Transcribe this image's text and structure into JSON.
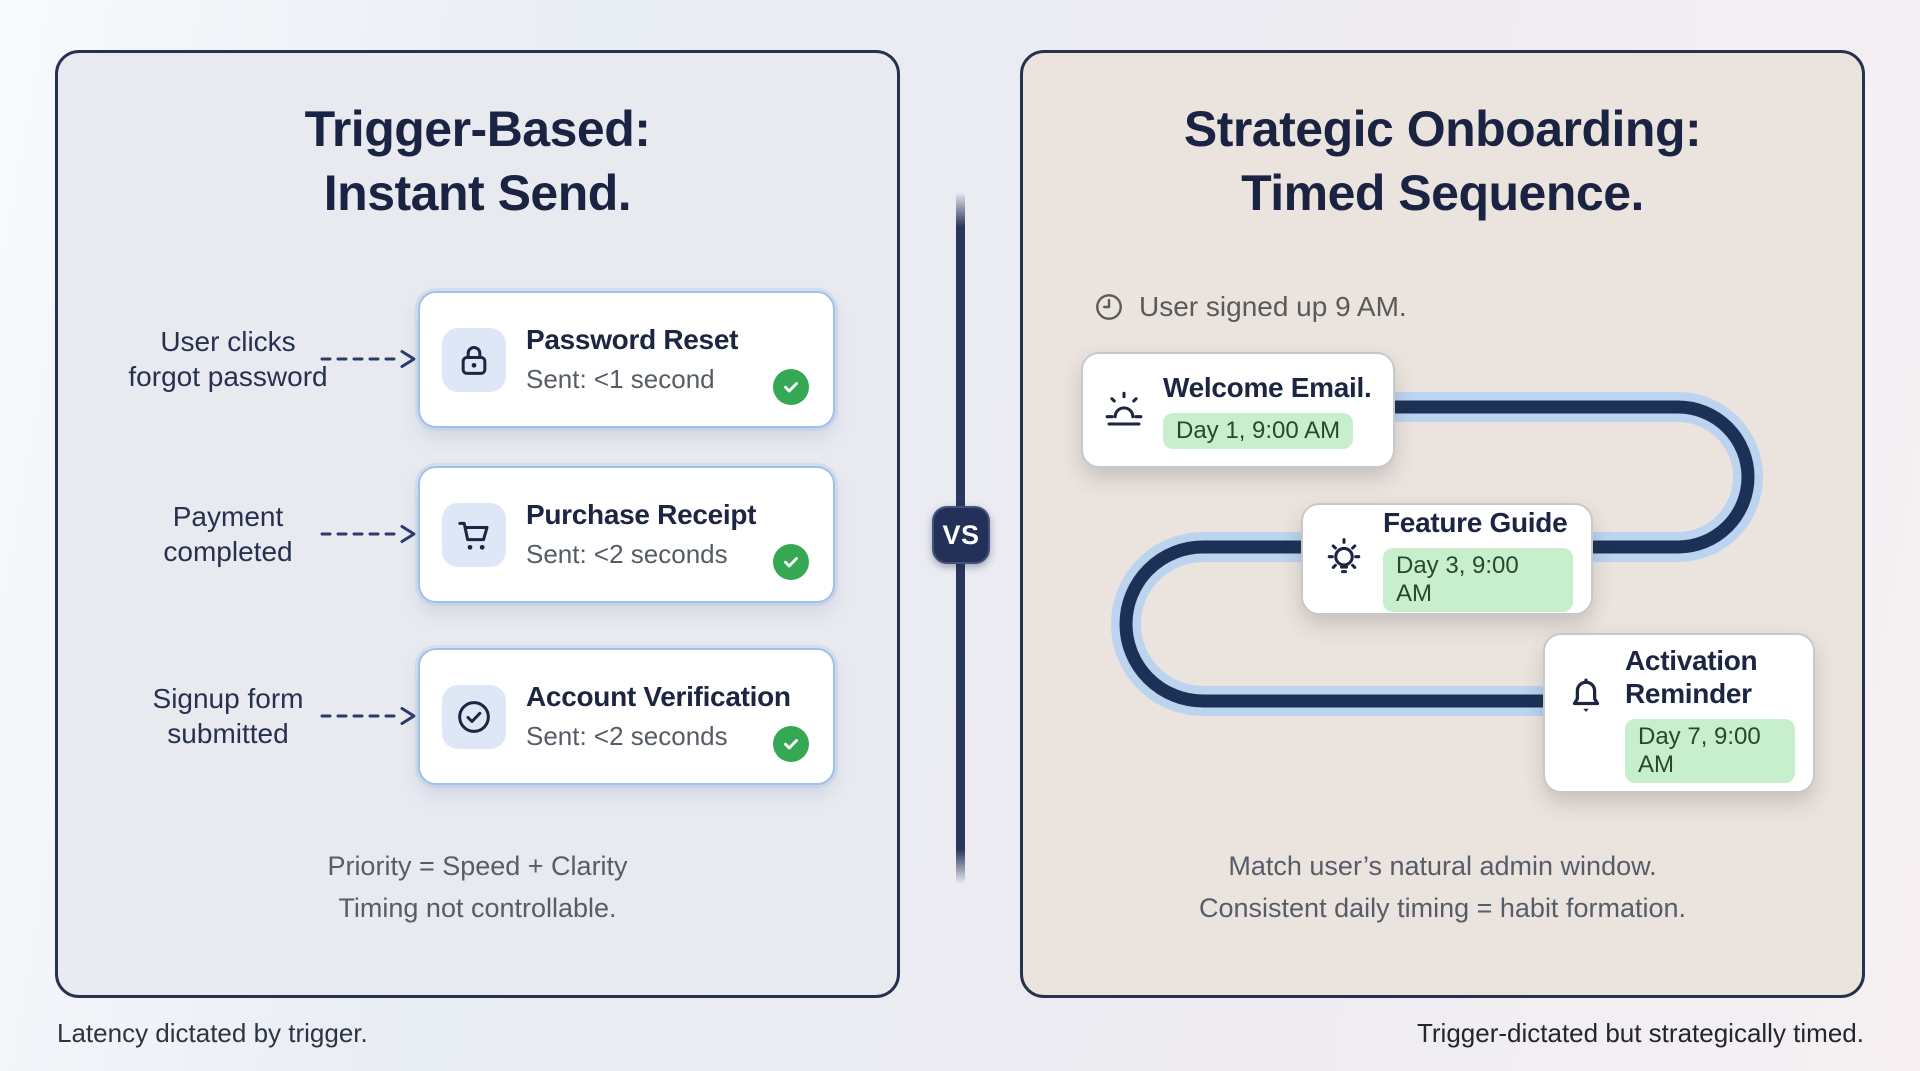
{
  "vs_label": "VS",
  "left_panel": {
    "title_line1": "Trigger-Based:",
    "title_line2": "Instant Send.",
    "rows": [
      {
        "icon": "lock-icon",
        "trigger_line1": "User clicks",
        "trigger_line2": "forgot password",
        "card_title": "Password Reset",
        "card_subtitle": "Sent: <1 second",
        "status_icon": "success-check-icon"
      },
      {
        "icon": "cart-icon",
        "trigger_line1": "Payment",
        "trigger_line2": "completed",
        "card_title": "Purchase Receipt",
        "card_subtitle": "Sent: <2 seconds",
        "status_icon": "success-check-icon"
      },
      {
        "icon": "check-circle-icon",
        "trigger_line1": "Signup form",
        "trigger_line2": "submitted",
        "card_title": "Account Verification",
        "card_subtitle": "Sent: <2 seconds",
        "status_icon": "success-check-icon"
      }
    ],
    "footer_line1": "Priority = Speed + Clarity",
    "footer_line2": "Timing not controllable.",
    "caption": "Latency dictated by trigger."
  },
  "right_panel": {
    "title_line1": "Strategic Onboarding:",
    "title_line2": "Timed Sequence.",
    "signup_note": "User signed up 9 AM.",
    "signup_note_icon": "clock-icon",
    "steps": [
      {
        "icon": "sunrise-icon",
        "title": "Welcome Email.",
        "badge": "Day 1, 9:00 AM"
      },
      {
        "icon": "lightbulb-icon",
        "title": "Feature Guide",
        "badge": "Day 3, 9:00 AM"
      },
      {
        "icon": "bell-icon",
        "title": "Activation Reminder",
        "badge": "Day 7, 9:00 AM"
      }
    ],
    "footer_line1": "Match user’s natural admin window.",
    "footer_line2": "Consistent daily timing = habit formation.",
    "caption": "Trigger-dictated but strategically timed."
  },
  "colors": {
    "accent_navy": "#232f4e",
    "title_text": "#1b2342",
    "panel_left_bg": "#e8eaf0",
    "panel_right_bg": "#ebe4de",
    "card_border_blue": "#a2c1e7",
    "icon_tile_bg": "#dde7f6",
    "success_green": "#34a853",
    "badge_green_bg": "#c8efcd",
    "badge_green_text": "#25492e",
    "path_core_navy": "#1d3156",
    "path_casing_blue": "#bcd4ef",
    "muted_text": "#565c68"
  }
}
